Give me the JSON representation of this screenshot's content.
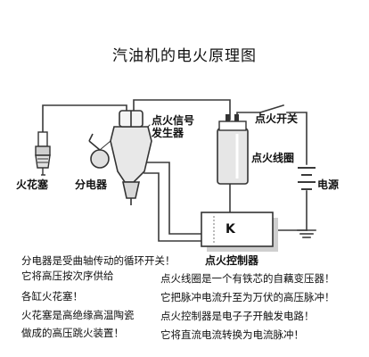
{
  "title": "汽油机的电火原理图",
  "labels": {
    "signal_generator_line1": "点火信号",
    "signal_generator_line2": "发生器",
    "switch": "点火开关",
    "ignition_coil": "点火线圈",
    "spark_plug": "火花塞",
    "distributor": "分电器",
    "power": "电源",
    "controller": "点火控制器",
    "controller_symbol": "K"
  },
  "notes_left": [
    "分电器是受曲轴传动的循环开关！",
    "它将高压按次序供给",
    "各缸火花塞！",
    "火花塞是高绝缘高温陶瓷",
    "做成的高压跳火装置！"
  ],
  "notes_right": [
    "点火线圈是一个有铁芯的自藕变压器！",
    "它把脉冲电流升至为万伏的高压脉冲！",
    "点火控制器是电子子开触发电路！",
    "它将直流电流转换为电流脉冲！"
  ],
  "colors": {
    "wire": "#3a3a3a",
    "component_fill": "#ffffff",
    "component_stroke": "#333333",
    "shadow": "#cfcfcf"
  }
}
